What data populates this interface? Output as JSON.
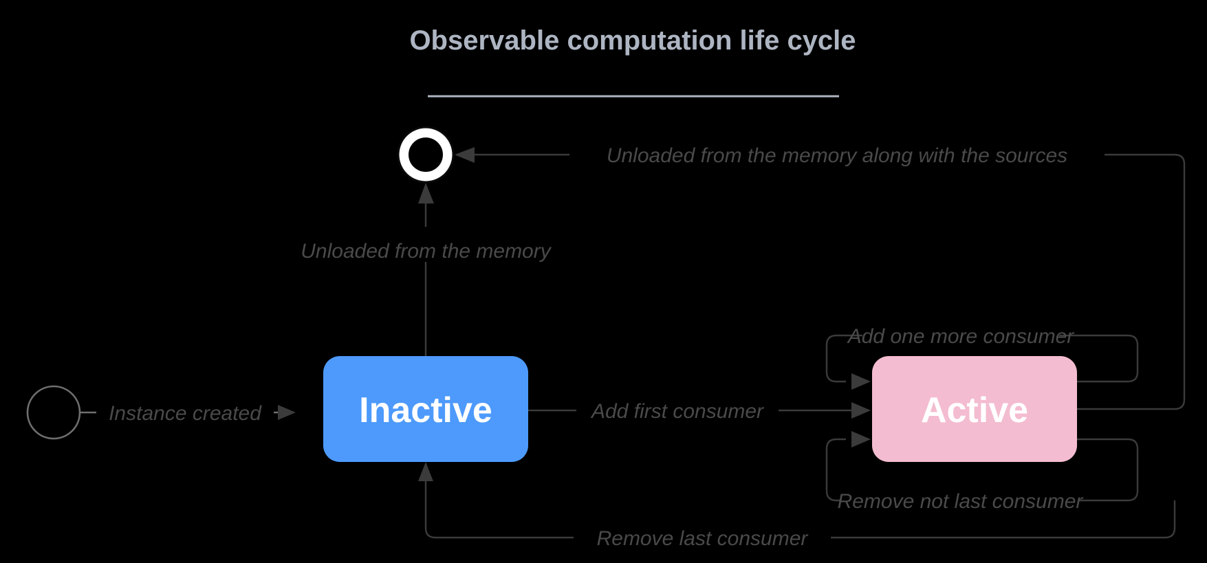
{
  "diagram": {
    "type": "state-machine",
    "title": "Observable computation life cycle",
    "background_color": "#000000",
    "title_color": "#aeb5c2",
    "edge_color": "#3b3b3b",
    "states": [
      {
        "id": "start",
        "kind": "initial",
        "label": "",
        "color": "#6f6f6f"
      },
      {
        "id": "inactive",
        "kind": "state",
        "label": "Inactive",
        "color": "#4d9afc",
        "text_color": "#ffffff"
      },
      {
        "id": "active",
        "kind": "state",
        "label": "Active",
        "color": "#f4bcd0",
        "text_color": "#ffffff"
      },
      {
        "id": "final",
        "kind": "final",
        "label": "",
        "color": "#ffffff"
      }
    ],
    "transitions": [
      {
        "from": "start",
        "to": "inactive",
        "label": "Instance created"
      },
      {
        "from": "inactive",
        "to": "active",
        "label": "Add first consumer"
      },
      {
        "from": "active",
        "to": "active",
        "label": "Add one more consumer"
      },
      {
        "from": "active",
        "to": "active",
        "label": "Remove not last consumer"
      },
      {
        "from": "active",
        "to": "inactive",
        "label": "Remove last consumer"
      },
      {
        "from": "inactive",
        "to": "final",
        "label": "Unloaded from the memory"
      },
      {
        "from": "active",
        "to": "final",
        "label": "Unloaded from the memory along with the sources"
      }
    ]
  }
}
